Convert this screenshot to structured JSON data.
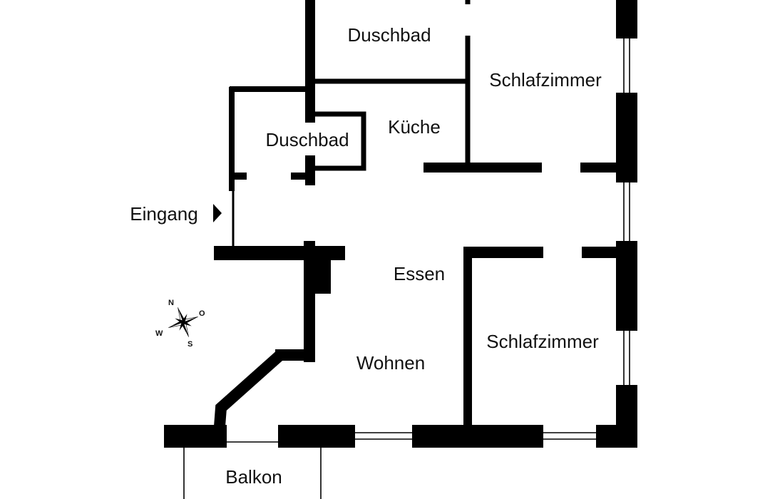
{
  "rooms": {
    "duschbad_top": "Duschbad",
    "schlafzimmer_top": "Schlafzimmer",
    "kueche": "Küche",
    "duschbad_small": "Duschbad",
    "eingang": "Eingang",
    "essen": "Essen",
    "wohnen": "Wohnen",
    "schlafzimmer_bottom": "Schlafzimmer",
    "balkon": "Balkon"
  },
  "compass": {
    "north": "N",
    "east": "O",
    "south": "S",
    "west": "W"
  },
  "colors": {
    "wall": "#000000",
    "background": "#ffffff",
    "text": "#111111"
  }
}
